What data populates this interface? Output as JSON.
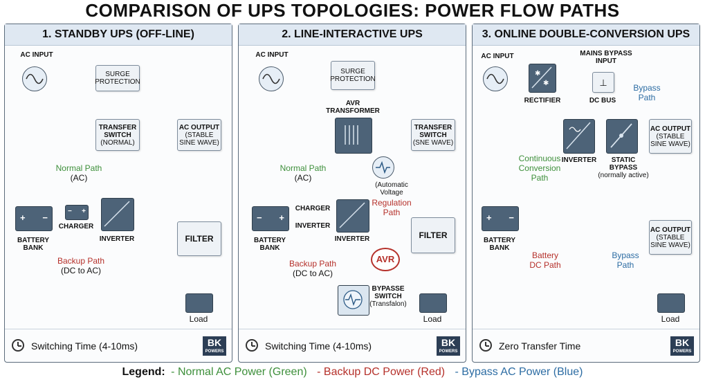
{
  "title": "COMPARISON OF UPS TOPOLOGIES: POWER FLOW PATHS",
  "colors": {
    "normal": "#3d8f3a",
    "backup": "#b5302a",
    "bypass": "#2c6ca3"
  },
  "logo": {
    "main": "BK",
    "sub": "POWERS"
  },
  "panel1": {
    "header": "1. STANDBY UPS (OFF-LINE)",
    "ac_input": "AC INPUT",
    "surge": [
      "SURGE",
      "PROTECTION"
    ],
    "transfer": [
      "TRANSFER",
      "SWITCH",
      "(NORMAL)"
    ],
    "ac_output": [
      "AC OUTPUT",
      "(STABLE",
      "SINE WAVE)"
    ],
    "normal_path": [
      "Normal Path",
      "(AC)"
    ],
    "charger": "CHARGER",
    "battery": [
      "BATTERY",
      "BANK"
    ],
    "inverter": "INVERTER",
    "filter": "FILTER",
    "backup_path": [
      "Backup Path",
      "(DC to AC)"
    ],
    "load": "Load",
    "footer": "Switching Time (4-10ms)"
  },
  "panel2": {
    "header": "2. LINE-INTERACTIVE UPS",
    "ac_input": "AC INPUT",
    "surge": [
      "SURGE",
      "PROTECTION"
    ],
    "avr_transformer": [
      "AVR",
      "TRANSFORMER"
    ],
    "transfer": [
      "TRANSFER",
      "SWITCH",
      "(SNE WAVE)"
    ],
    "normal_path": [
      "Normal Path",
      "(AC)"
    ],
    "avr_label": [
      "(Automatic",
      "Voltage"
    ],
    "regulation_path": [
      "Regulation",
      "Path"
    ],
    "charger": "CHARGER",
    "inverter_side": "INVERTER",
    "battery": [
      "BATTERY",
      "BANK"
    ],
    "inverter": "INVERTER",
    "filter": "FILTER",
    "backup_path": [
      "Backup Path",
      "(DC to AC)"
    ],
    "avr_badge": "AVR",
    "bypass_switch": [
      "BYPASSE",
      "SWITCH",
      "(Transfalon)"
    ],
    "load": "Load",
    "footer": "Switching Time (4-10ms)"
  },
  "panel3": {
    "header": "3. ONLINE DOUBLE-CONVERSION UPS",
    "ac_input": "AC INPUT",
    "mains_bypass": [
      "MAINS BYPASS",
      "INPUT"
    ],
    "rectifier": "RECTIFIER",
    "dc_bus": "DC BUS",
    "bypass_path": [
      "Bypass",
      "Path"
    ],
    "ac_output_1": [
      "AC OUTPUT",
      "(STABLE",
      "SINE WAVE)"
    ],
    "continuous": [
      "Continuous",
      "Conversion",
      "Path"
    ],
    "inverter": "INVERTER",
    "static_bypass": [
      "STATIC",
      "BYPASS",
      "(normally active)"
    ],
    "ac_output_2": [
      "AC OUTPUT",
      "(STABLE",
      "SINE WAVE)"
    ],
    "battery": [
      "BATTERY",
      "BANK"
    ],
    "battery_path": [
      "Battery",
      "DC Path"
    ],
    "bypass_path_2": [
      "Bypass",
      "Path"
    ],
    "load": "Load",
    "footer": "Zero Transfer Time"
  },
  "legend": {
    "label": "Legend:",
    "normal": "- Normal AC Power (Green)",
    "backup": "- Backup DC Power (Red)",
    "bypass": "- Bypass AC Power (Blue)"
  }
}
